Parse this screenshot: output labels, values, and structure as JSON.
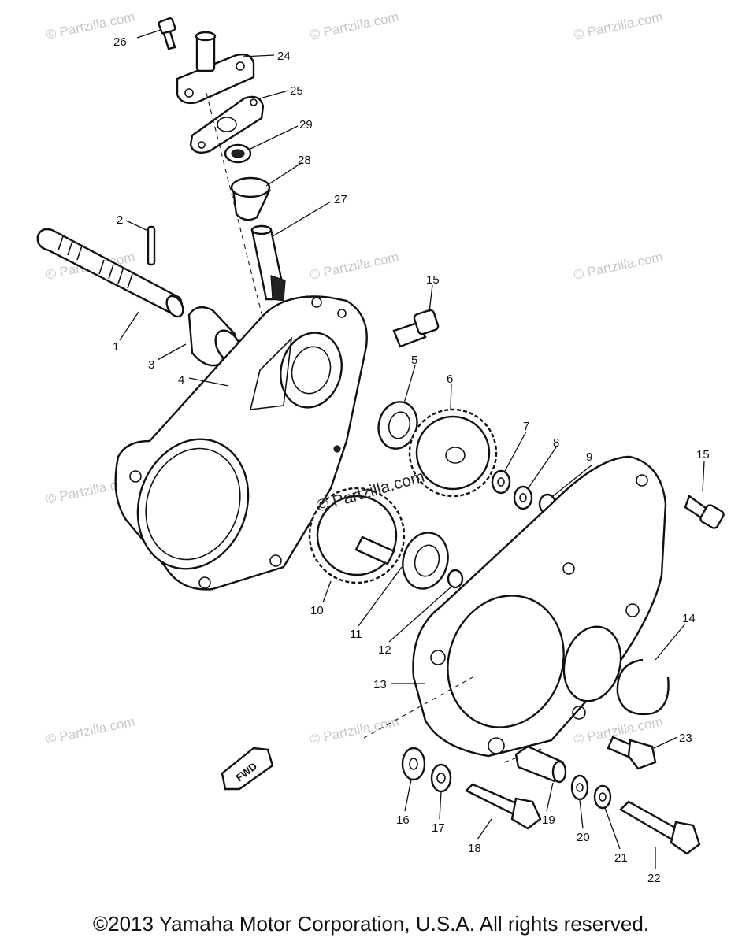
{
  "diagram": {
    "callouts": {
      "c1": "1",
      "c2": "2",
      "c3": "3",
      "c4": "4",
      "c5": "5",
      "c6": "6",
      "c7": "7",
      "c8": "8",
      "c9": "9",
      "c10": "10",
      "c11": "11",
      "c12": "12",
      "c13": "13",
      "c14": "14",
      "c15a": "15",
      "c15b": "15",
      "c16": "16",
      "c17": "17",
      "c18": "18",
      "c19": "19",
      "c20": "20",
      "c21": "21",
      "c22": "22",
      "c23": "23",
      "c24": "24",
      "c25": "25",
      "c26": "26",
      "c27": "27",
      "c28": "28",
      "c29": "29"
    },
    "direction_marker": "FWD",
    "watermark": "© Partzilla.com",
    "center_watermark": "© Partzilla.com"
  },
  "footer": {
    "copyright": "©2013  Yamaha Motor Corporation, U.S.A. All rights reserved."
  }
}
